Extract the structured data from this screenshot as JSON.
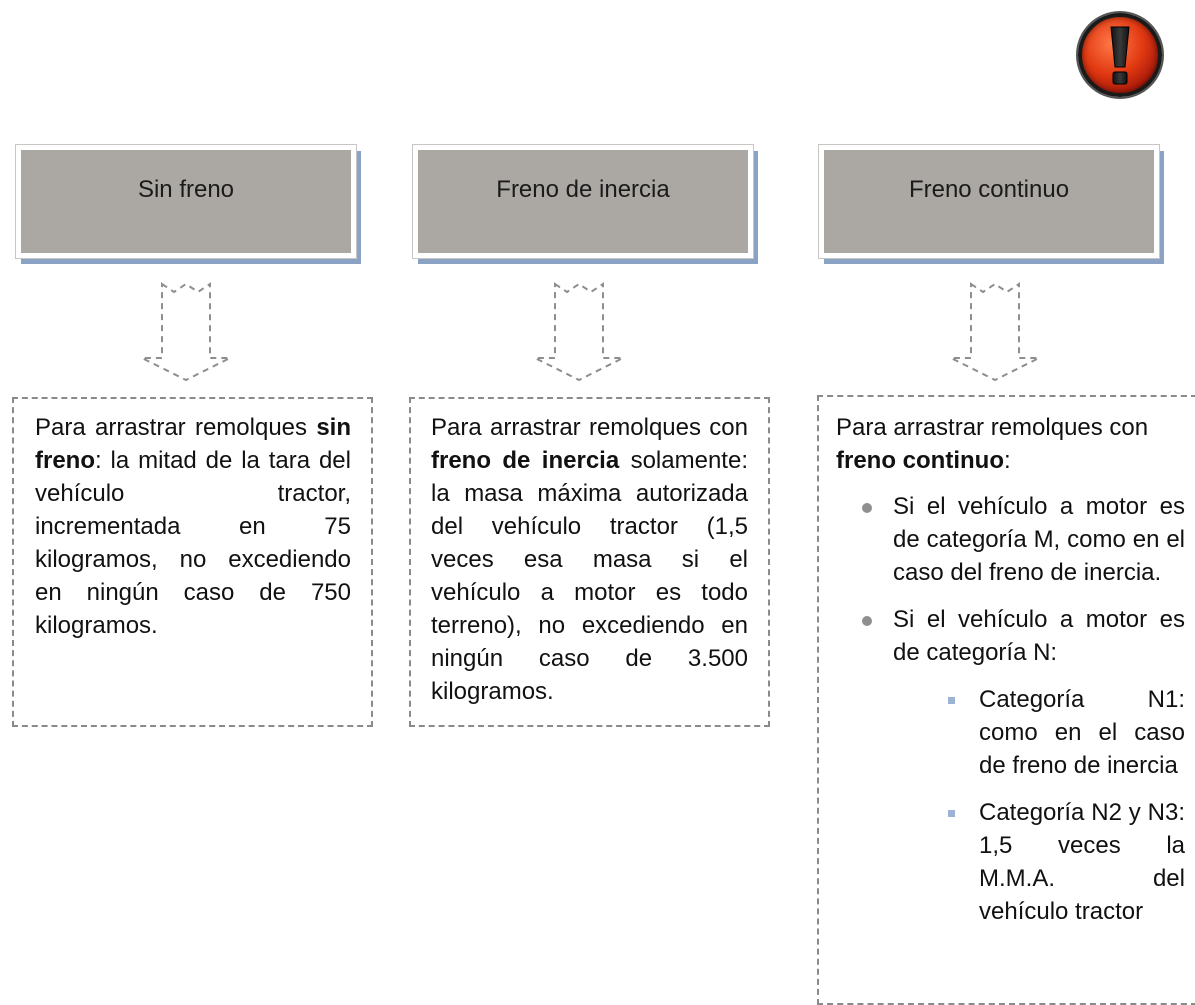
{
  "warning_icon": {
    "icon": "exclamation-warning-icon",
    "color": "#e23a12"
  },
  "columns": [
    {
      "title": "Sin freno",
      "text_before": "Para arrastrar remolques ",
      "bold": "sin freno",
      "text_after": ": la mitad de la tara del vehículo tractor, incrementada en 75 kilogramos, no excediendo en ningún caso de 750 kilogramos."
    },
    {
      "title": "Freno de inercia",
      "text_before": "Para arrastrar remolques con ",
      "bold": "freno de inercia",
      "text_after": " solamente: la masa máxima autorizada del vehículo tractor (1,5 veces esa masa si el vehículo a motor es todo terreno), no excediendo en ningún caso de 3.500 kilogramos."
    },
    {
      "title": "Freno continuo",
      "text_before": "Para arrastrar remolques con ",
      "bold": "freno continuo",
      "text_after": ":",
      "bullets": [
        "Si el vehículo a motor es de categoría M, como en el caso del freno de inercia.",
        "Si el vehículo a motor es de categoría N:"
      ],
      "sub_bullets": [
        "Categoría N1: como en el caso de freno de inercia",
        "Categoría N2 y N3: 1,5 veces la M.M.A. del vehículo tractor"
      ]
    }
  ],
  "colors": {
    "header_fill": "#aba7a3",
    "header_shadow": "#8aa2c4",
    "dashed_border": "#8a8a8a",
    "sub_bullet": "#9db3d3"
  }
}
